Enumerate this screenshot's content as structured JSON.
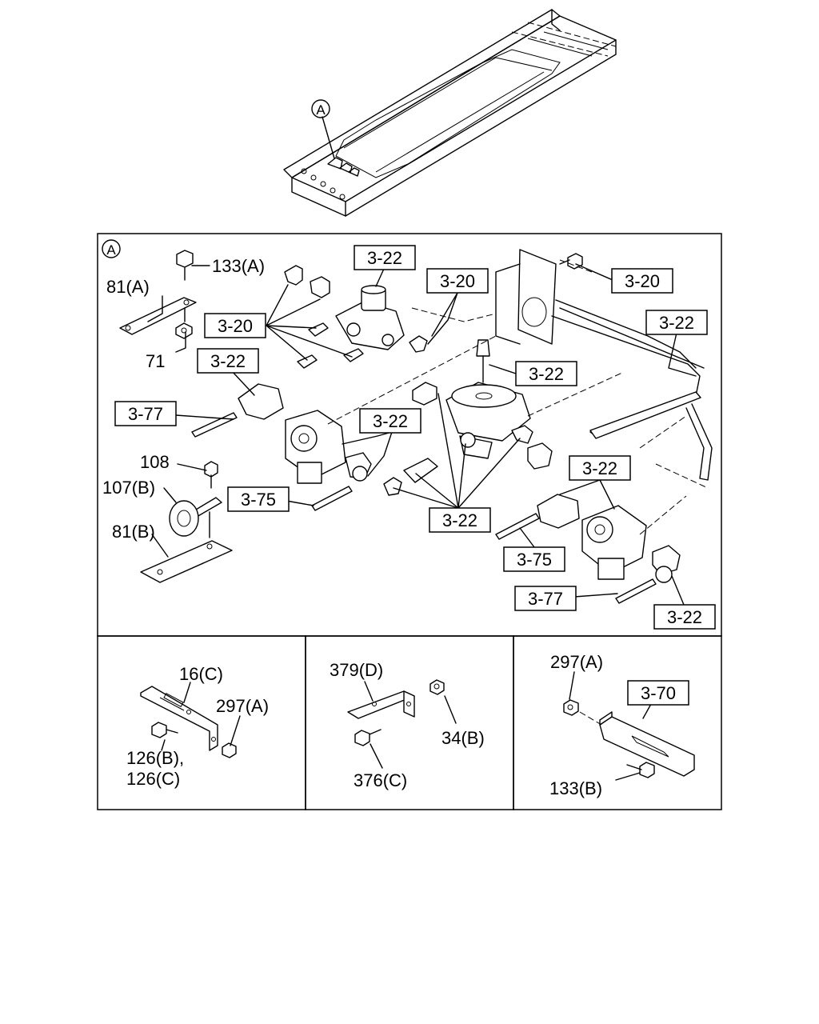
{
  "detail_marker": "A",
  "overview": {
    "callout": "A"
  },
  "main": {
    "corner_marker": "A",
    "labels": {
      "l133a": "133(A)",
      "l81a": "81(A)",
      "l71": "71",
      "l108": "108",
      "l107b": "107(B)",
      "l81b": "81(B)"
    },
    "boxes": {
      "b322_top": "3-22",
      "b320_left": "3-20",
      "b320_mid": "3-20",
      "b320_right": "3-20",
      "b322_rightTop": "3-22",
      "b322_valveL": "3-22",
      "b322_relay": "3-22",
      "b377_left": "3-77",
      "b322_elbow": "3-22",
      "b375_left": "3-75",
      "b322_bottom": "3-22",
      "b322_valveR": "3-22",
      "b375_right": "3-75",
      "b377_right": "3-77",
      "b322_lowRight": "3-22"
    }
  },
  "sub_panels": {
    "left": {
      "l16c": "16(C)",
      "l297a": "297(A)",
      "l126b": "126(B),",
      "l126c": "126(C)"
    },
    "middle": {
      "l379d": "379(D)",
      "l34b": "34(B)",
      "l376c": "376(C)"
    },
    "right": {
      "l297a": "297(A)",
      "b370": "3-70",
      "l133b": "133(B)"
    }
  }
}
